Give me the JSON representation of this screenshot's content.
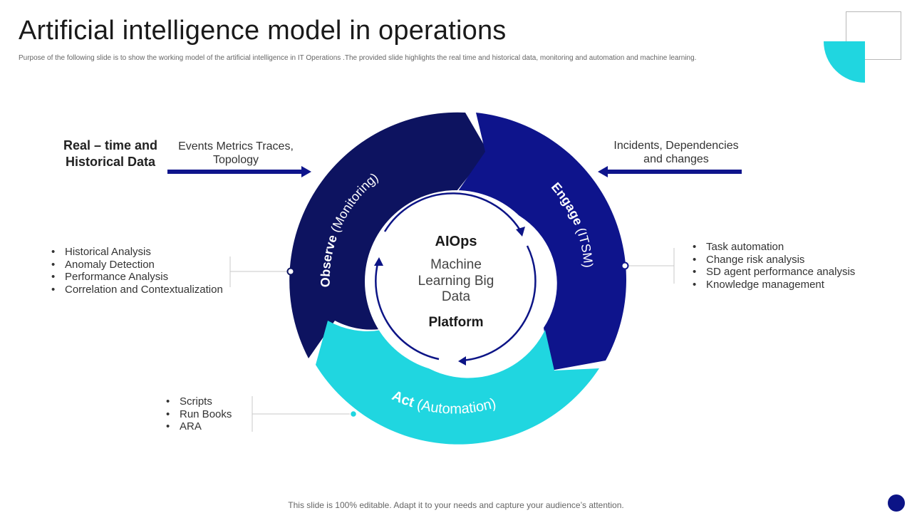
{
  "header": {
    "title": "Artificial intelligence model in operations",
    "subtitle": "Purpose of the following slide is to show the working model of the artificial intelligence in IT Operations .The provided slide highlights the real time and historical data, monitoring and automation and machine learning."
  },
  "left_input": {
    "heading_line1": "Real – time and",
    "heading_line2": "Historical Data",
    "arrow_text_line1": "Events Metrics Traces,",
    "arrow_text_line2": "Topology"
  },
  "right_input": {
    "text_line1": "Incidents, Dependencies",
    "text_line2": "and changes"
  },
  "segments": {
    "observe": {
      "bold": "Observe",
      "light": "(Monitoring)"
    },
    "engage": {
      "bold": "Engage",
      "light": "(ITSM)"
    },
    "act": {
      "bold": "Act",
      "light": "(Automation)"
    }
  },
  "center": {
    "title": "AIOps",
    "line1": "Machine",
    "line2": "Learning Big",
    "line3": "Data",
    "platform": "Platform"
  },
  "observe_list": [
    "Historical Analysis",
    "Anomaly Detection",
    "Performance Analysis",
    "Correlation and Contextualization"
  ],
  "engage_list": [
    "Task automation",
    "Change risk analysis",
    "SD agent performance analysis",
    "Knowledge management"
  ],
  "act_list": [
    "Scripts",
    "Run Books",
    "ARA"
  ],
  "footer": "This slide is 100% editable. Adapt it to your needs and capture your audience’s attention.",
  "colors": {
    "observe": "#0d1360",
    "engage": "#0e148c",
    "act": "#20d6e0",
    "accent": "#0c1486"
  }
}
